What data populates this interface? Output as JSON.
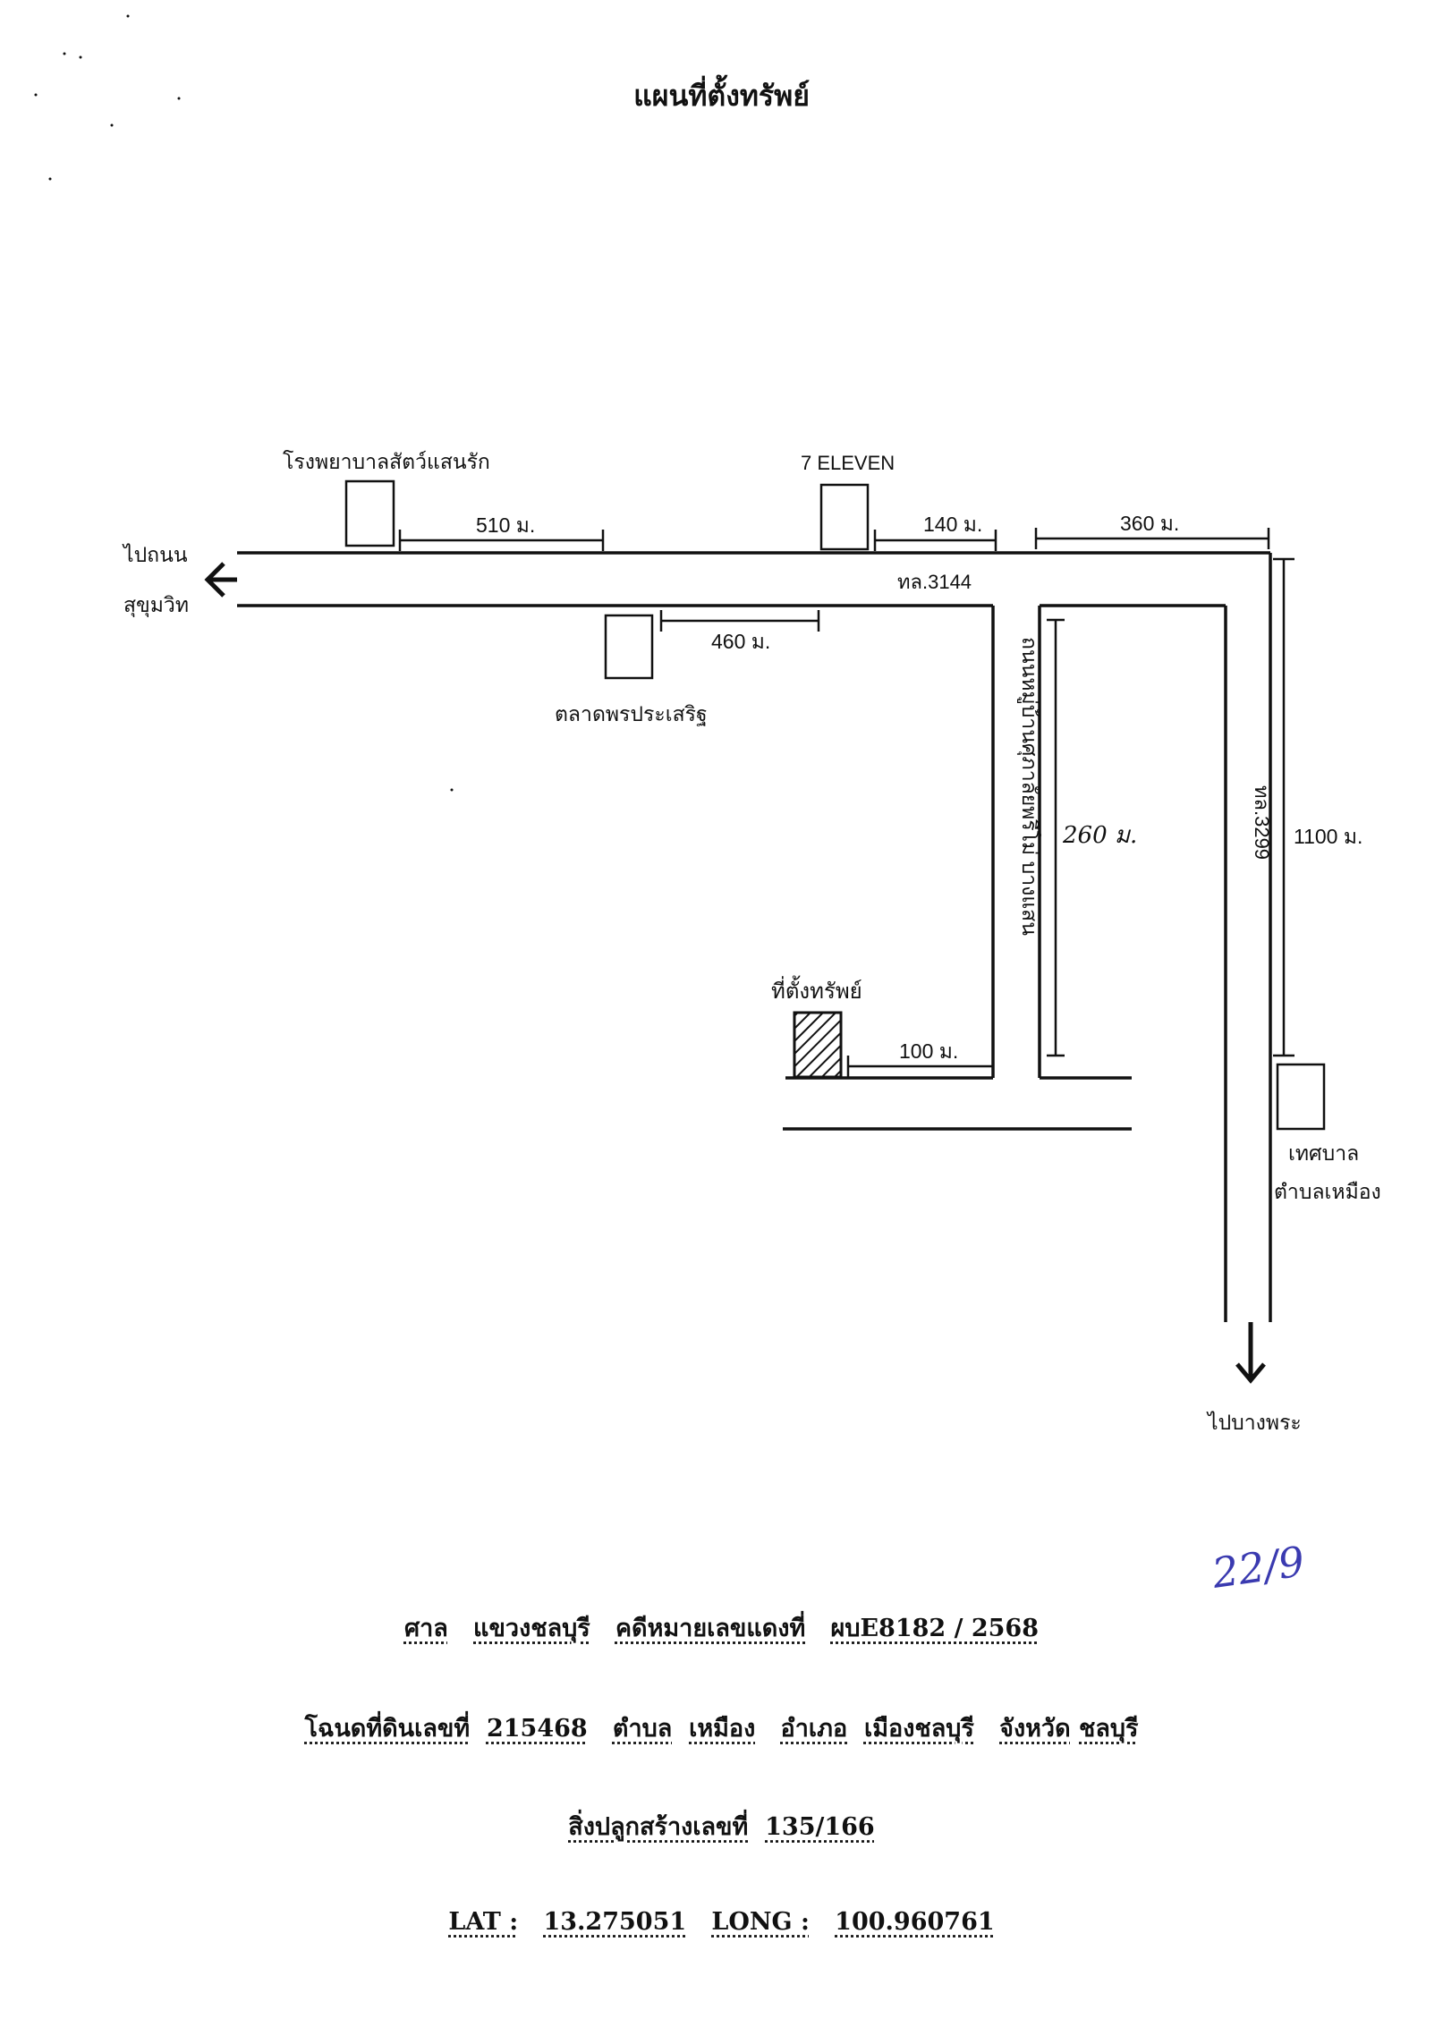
{
  "title": "แผนที่ตั้งทรัพย์",
  "map": {
    "landmarks": {
      "vet_hospital": "โรงพยาบาลสัตว์แสนรัก",
      "seven_eleven": "7 ELEVEN",
      "market": "ตลาดพรประเสริฐ",
      "municipality_line1": "เทศบาล",
      "municipality_line2": "ตำบลเหมือง",
      "property": "ที่ตั้งทรัพย์"
    },
    "directions": {
      "to_sukhumvit_line1": "ไปถนน",
      "to_sukhumvit_line2": "สุขุมวิท",
      "to_bang_phra": "ไปบางพระ"
    },
    "roads": {
      "route_3144": "ทล.3144",
      "route_3299": "ทล.3299",
      "village_road": "ถนนหมู่บ้านศุภาลัยพรีโม่ บางแสน"
    },
    "distances": {
      "d510": "510 ม.",
      "d140": "140 ม.",
      "d360": "360 ม.",
      "d460": "460 ม.",
      "d1100": "1100 ม.",
      "d100": "100 ม.",
      "d260": "260 ม."
    }
  },
  "handwritten_note": "22/9",
  "footer": {
    "court_label": "ศาล",
    "court_value": "แขวงชลบุรี",
    "case_label": "คดีหมายเลขแดงที่",
    "case_value": "ผบE8182 / 2568",
    "deed_label": "โฉนดที่ดินเลขที่",
    "deed_value": "215468",
    "subdistrict_label": "ตำบล",
    "subdistrict_value": "เหมือง",
    "district_label": "อำเภอ",
    "district_value": "เมืองชลบุรี",
    "province_label": "จังหวัด",
    "province_value": "ชลบุรี",
    "building_label": "สิ่งปลูกสร้างเลขที่",
    "building_value": "135/166",
    "lat_label": "LAT :",
    "lat_value": "13.275051",
    "long_label": "LONG :",
    "long_value": "100.960761"
  }
}
